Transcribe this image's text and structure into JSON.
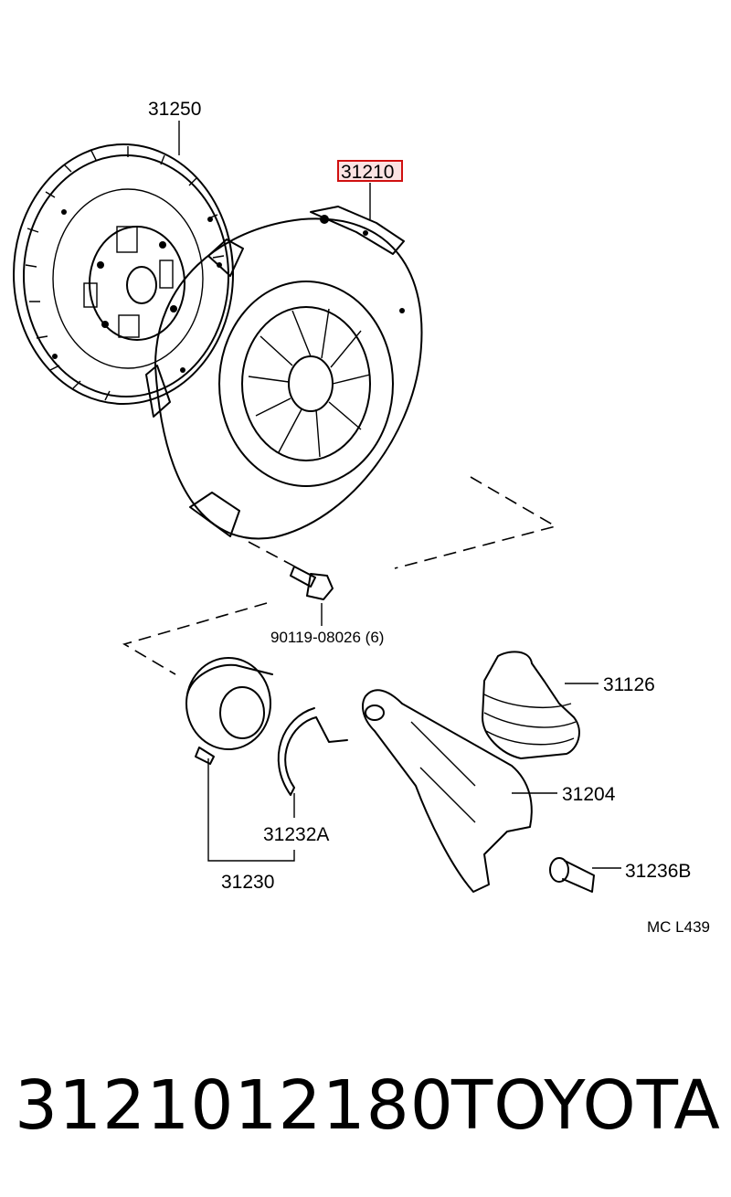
{
  "callouts": {
    "disc": "31250",
    "cover": "31210",
    "bolt": "90119-08026 (6)",
    "boot": "31126",
    "fork": "31204",
    "bearing_clip": "31232A",
    "bearing": "31230",
    "pivot_stud": "31236B",
    "code": "MC  L439"
  },
  "highlight_color": "#d01010",
  "caption": {
    "part_number": "3121012180",
    "brand": "TOYOTA"
  }
}
